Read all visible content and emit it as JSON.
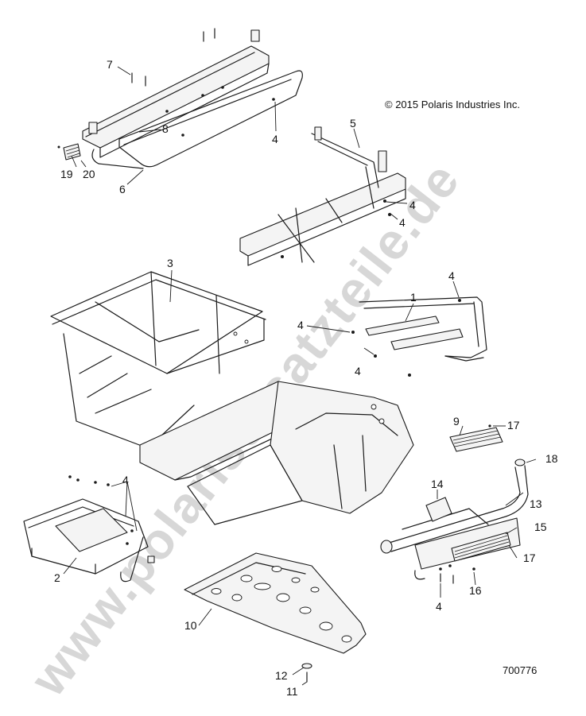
{
  "copyright": "© 2015 Polaris Industries Inc.",
  "watermark": "www.polarisersatzteile.de",
  "drawing_number": "700776",
  "callouts": {
    "c1": "1",
    "c2": "2",
    "c3": "3",
    "c4a": "4",
    "c4b": "4",
    "c4c": "4",
    "c4d": "4",
    "c4e": "4",
    "c4f": "4",
    "c4g": "4",
    "c4h": "4",
    "c5": "5",
    "c6": "6",
    "c7": "7",
    "c8": "8",
    "c9": "9",
    "c10": "10",
    "c11": "11",
    "c12": "12",
    "c13": "13",
    "c14": "14",
    "c15": "15",
    "c16": "16",
    "c17a": "17",
    "c17b": "17",
    "c18": "18",
    "c19": "19",
    "c20": "20"
  }
}
